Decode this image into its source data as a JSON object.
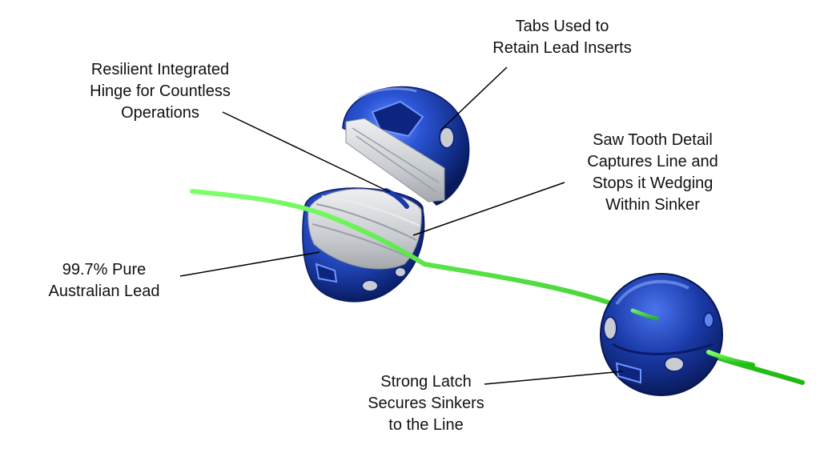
{
  "callouts": {
    "tabs": [
      "Tabs Used to",
      "Retain Lead Inserts"
    ],
    "hinge": [
      "Resilient Integrated",
      "Hinge for Countless",
      "Operations"
    ],
    "saw_tooth": [
      "Saw Tooth Detail",
      "Captures Line and",
      "Stops it Wedging",
      "Within Sinker"
    ],
    "lead": [
      "99.7% Pure",
      "Australian Lead"
    ],
    "latch": [
      "Strong Latch",
      "Secures Sinkers",
      "to the Line"
    ]
  },
  "colors": {
    "shell_blue": "#1e3fb0",
    "shell_dark": "#0a1a66",
    "shell_light": "#5f86f0",
    "lead_grey": "#c9ccd0",
    "fishing_line": "#33dd22",
    "leader_line": "#000000"
  },
  "icons": [
    "sinker-open-icon",
    "sinker-closed-icon",
    "fishing-line-icon"
  ]
}
